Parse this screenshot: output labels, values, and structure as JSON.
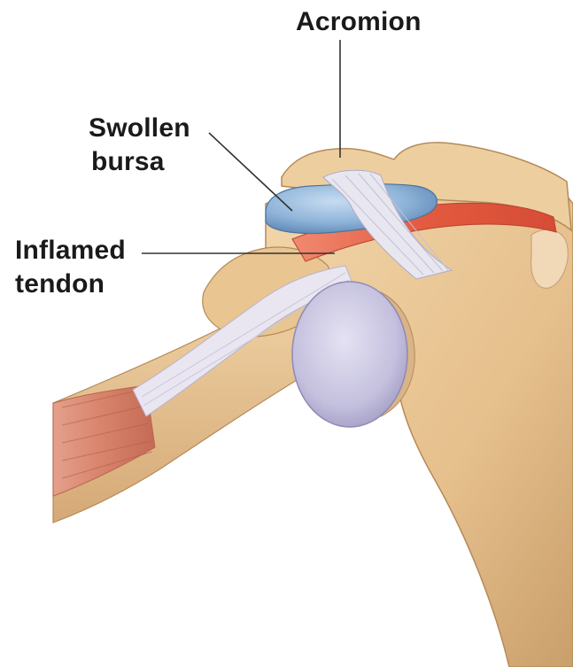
{
  "labels": {
    "acromion": "Acromion",
    "swollen_bursa": [
      "Swollen",
      "bursa"
    ],
    "inflamed_tendon": [
      "Inflamed",
      "tendon"
    ]
  },
  "colors": {
    "bone": "#e9c89a",
    "bone_shadow": "#c99f6b",
    "cartilage": "#c8c5e0",
    "bursa": "#8fb4d9",
    "ligament": "#e6e4ef",
    "muscle": "#d7826a",
    "tendon_inflamed": "#e25a3f",
    "leader_line": "#333333"
  }
}
